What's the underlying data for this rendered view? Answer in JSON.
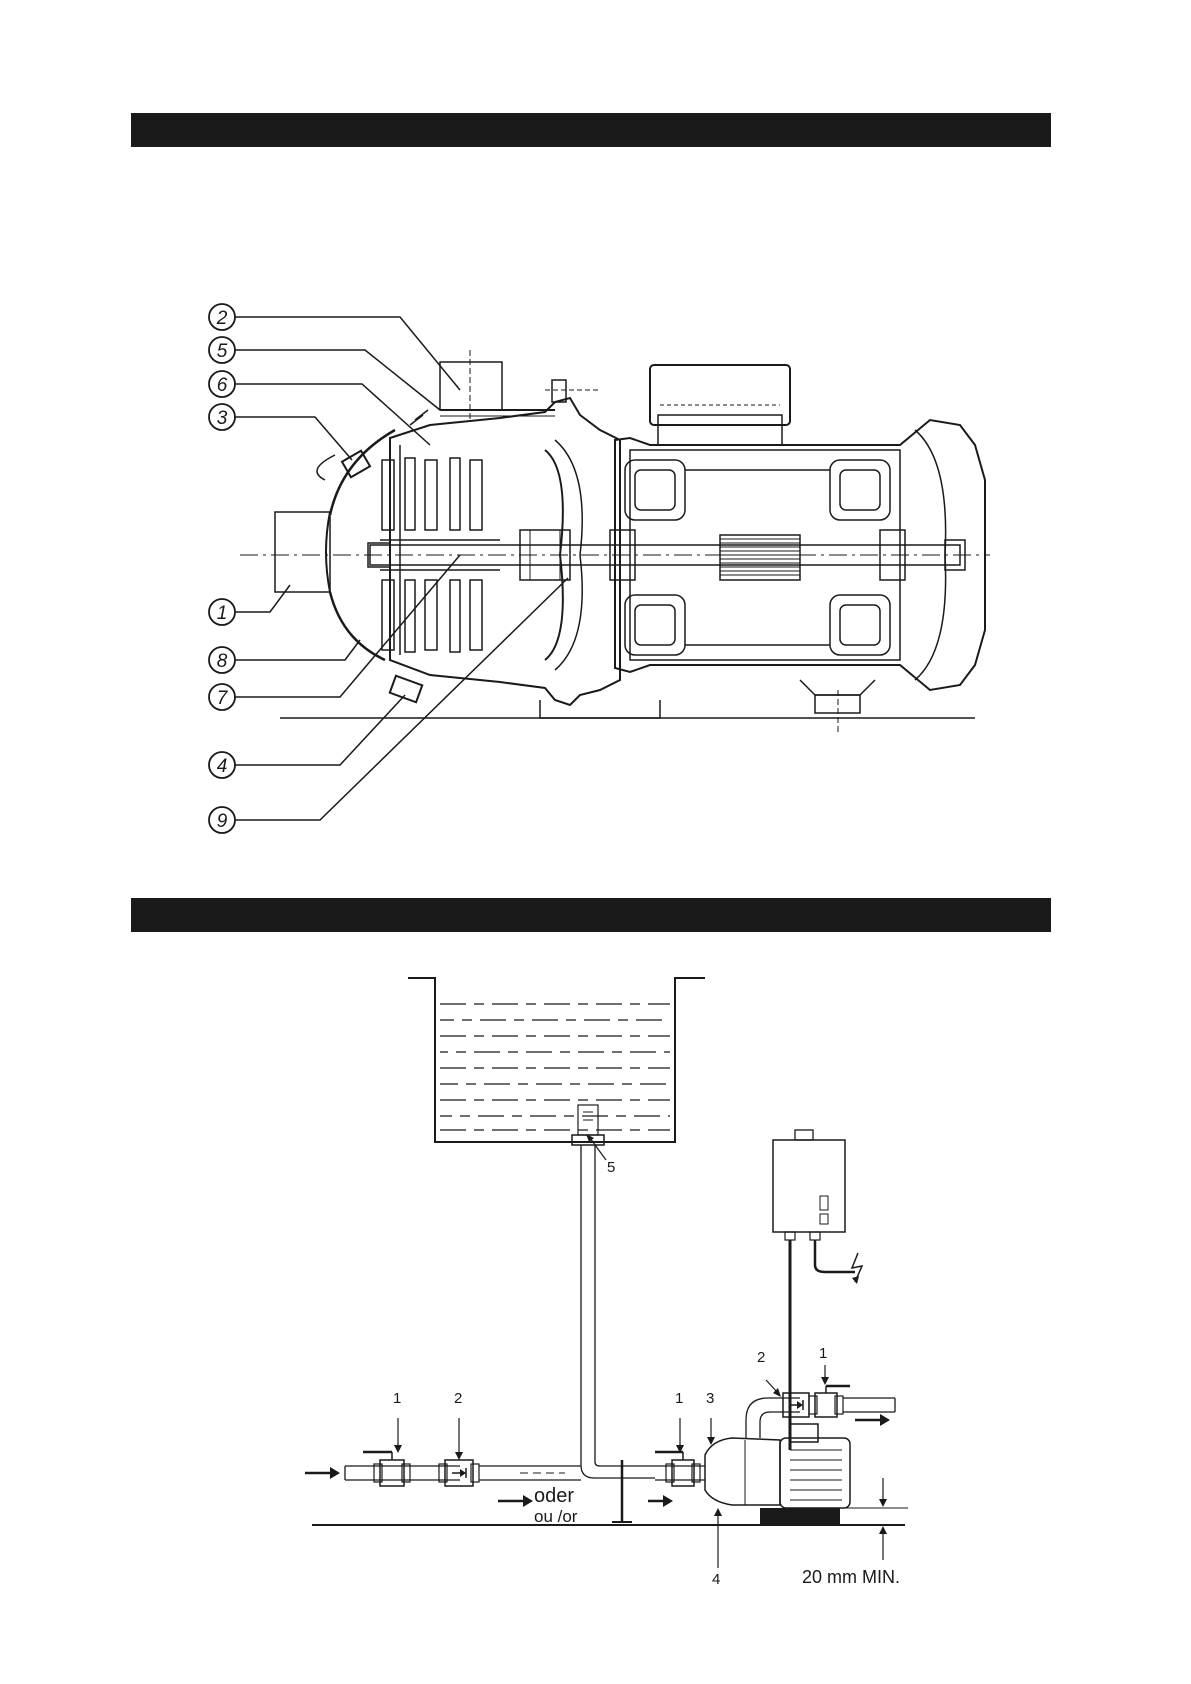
{
  "fig1": {
    "callouts": [
      "2",
      "5",
      "6",
      "3",
      "1",
      "8",
      "7",
      "4",
      "9"
    ]
  },
  "fig2": {
    "labels": {
      "l5": "5",
      "l1_left": "1",
      "l2_left": "2",
      "l1_mid": "1",
      "l3": "3",
      "l2_right": "2",
      "l1_right": "1",
      "l4": "4",
      "oder": "oder",
      "ou_or": "ou /or",
      "min": "20 mm MIN."
    }
  },
  "colors": {
    "ink": "#1a1a1a",
    "bar": "#1a1a1a",
    "paper": "#ffffff"
  }
}
